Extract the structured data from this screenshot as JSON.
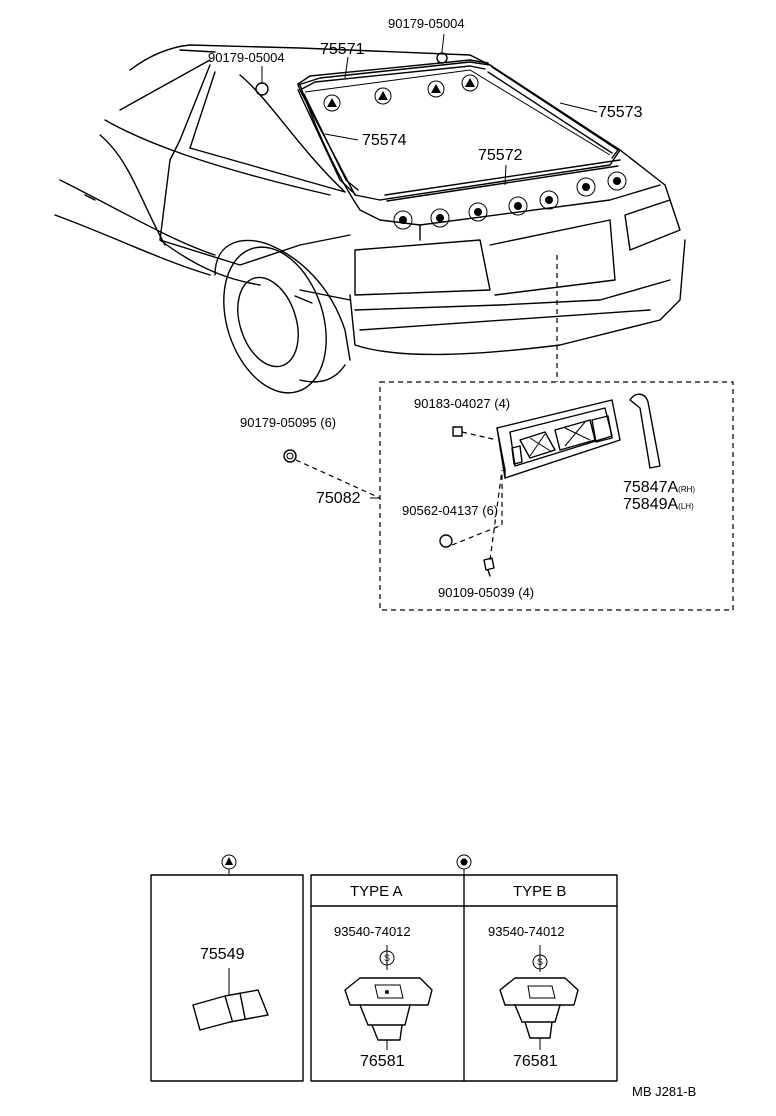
{
  "labels": {
    "roof_clip_right": "90179-05004",
    "roof_clip_left": "90179-05004",
    "molding_top": "75571",
    "molding_right": "75573",
    "molding_left": "75574",
    "molding_bottom": "75572",
    "nut_6": "90179-05095 (6)",
    "garnish": "75082",
    "nut_4": "90183-04027 (4)",
    "washer_6": "90562-04137 (6)",
    "screw_4": "90109-05039 (4)",
    "pad_rh": "75847A",
    "pad_rh_side": "(RH)",
    "pad_lh": "75849A",
    "pad_lh_side": "(LH)",
    "legend_triangle_part": "75549",
    "type_a_header": "TYPE A",
    "type_b_header": "TYPE B",
    "type_a_part_top": "93540-74012",
    "type_b_part_top": "93540-74012",
    "type_a_part_bottom": "76581",
    "type_b_part_bottom": "76581",
    "s_marker_a": "S",
    "s_marker_b": "S",
    "page_code": "MB  J281-B"
  }
}
